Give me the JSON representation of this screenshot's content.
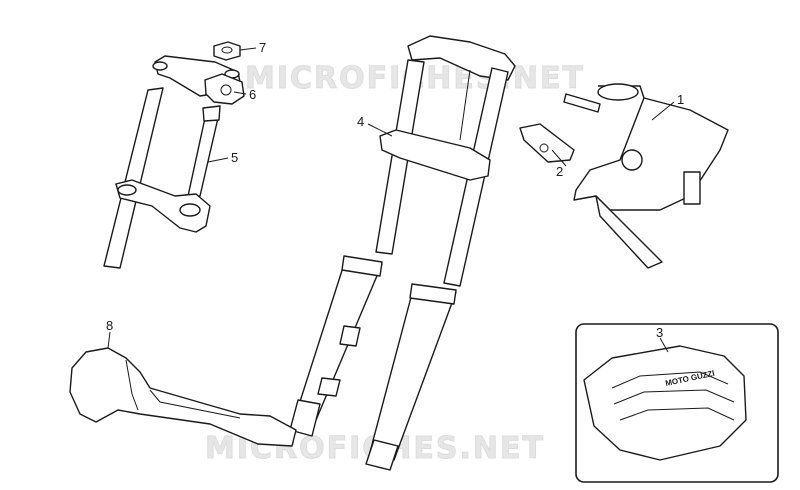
{
  "watermark": {
    "text": "MICROFICHES.NET"
  },
  "callouts": [
    {
      "id": "1",
      "label": "1"
    },
    {
      "id": "2",
      "label": "2"
    },
    {
      "id": "3",
      "label": "3"
    },
    {
      "id": "4",
      "label": "4"
    },
    {
      "id": "5",
      "label": "5"
    },
    {
      "id": "6",
      "label": "6"
    },
    {
      "id": "7",
      "label": "7"
    },
    {
      "id": "8",
      "label": "8"
    }
  ],
  "badge_text": "MOTO GUZZI"
}
